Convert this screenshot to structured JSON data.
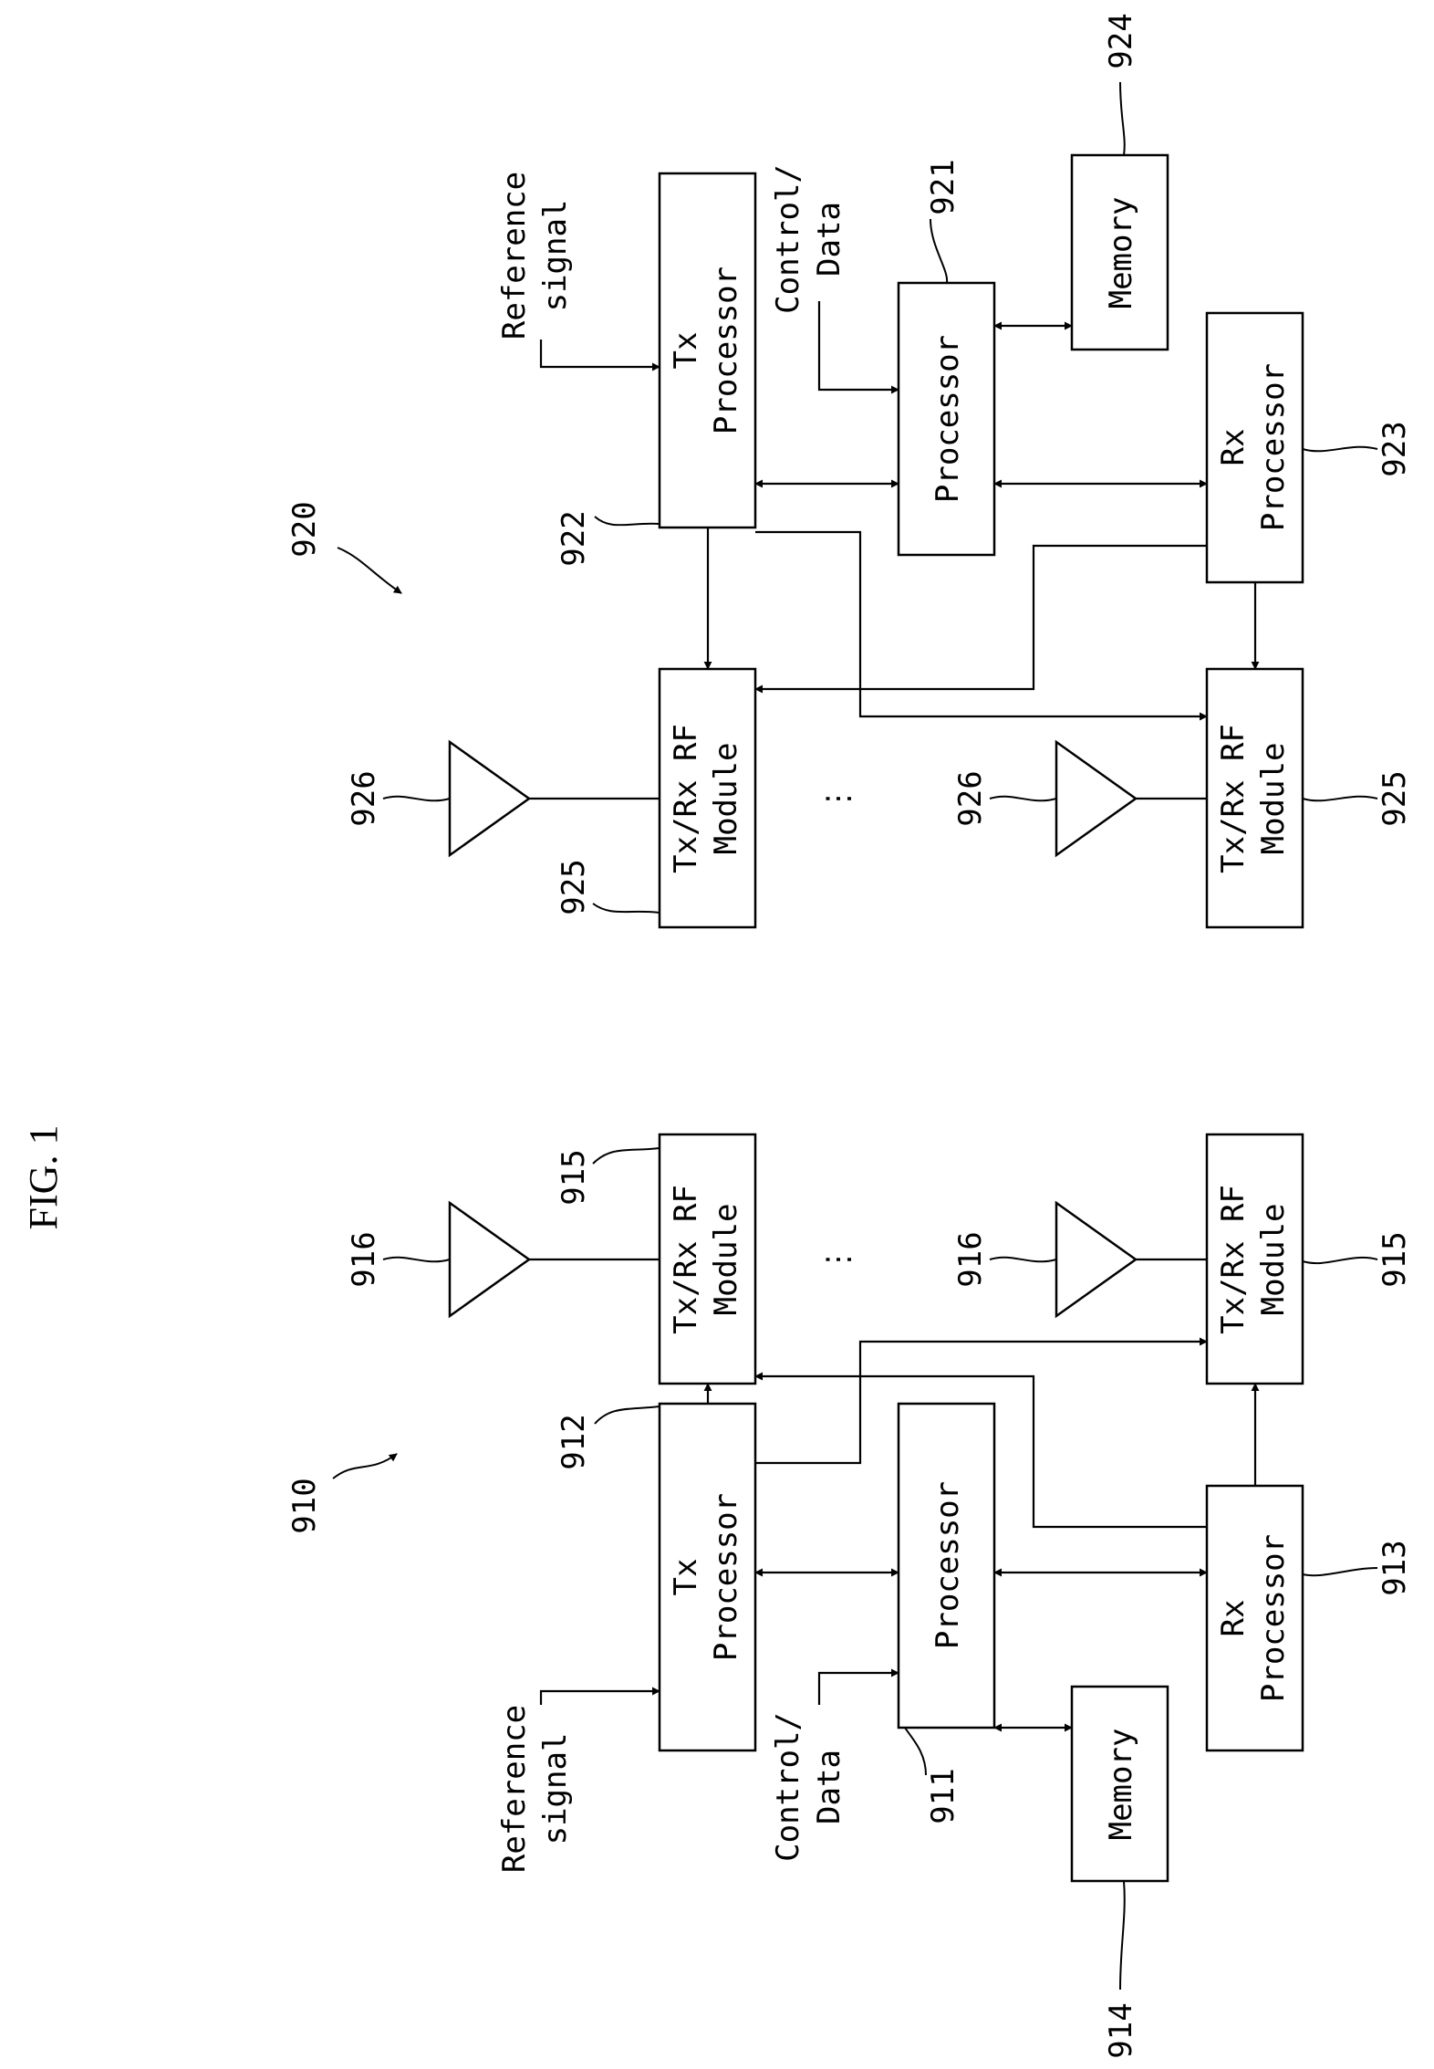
{
  "figure_label": "FIG. 1",
  "devices": {
    "first": {
      "ref": "910",
      "tx_processor": {
        "line1": "Tx",
        "line2": "Processor",
        "ref": "912"
      },
      "processor": {
        "label": "Processor",
        "ref": "911"
      },
      "rx_processor": {
        "line1": "Rx",
        "line2": "Processor",
        "ref": "913"
      },
      "memory": {
        "label": "Memory",
        "ref": "914"
      },
      "rf_top": {
        "line1": "Tx/Rx RF",
        "line2": "Module",
        "ref": "915"
      },
      "rf_bottom": {
        "line1": "Tx/Rx RF",
        "line2": "Module",
        "ref": "915"
      },
      "antenna_top_ref": "916",
      "antenna_bottom_ref": "916",
      "reference_signal": {
        "line1": "Reference",
        "line2": "signal"
      },
      "control_data": {
        "line1": "Control/",
        "line2": "Data"
      },
      "ellipsis": "⋮"
    },
    "second": {
      "ref": "920",
      "tx_processor": {
        "line1": "Tx",
        "line2": "Processor",
        "ref": "922"
      },
      "processor": {
        "label": "Processor",
        "ref": "921"
      },
      "rx_processor": {
        "line1": "Rx",
        "line2": "Processor",
        "ref": "923"
      },
      "memory": {
        "label": "Memory",
        "ref": "924"
      },
      "rf_top": {
        "line1": "Tx/Rx RF",
        "line2": "Module",
        "ref": "925"
      },
      "rf_bottom": {
        "line1": "Tx/Rx RF",
        "line2": "Module",
        "ref": "925"
      },
      "antenna_top_ref": "926",
      "antenna_bottom_ref": "926",
      "reference_signal": {
        "line1": "Reference",
        "line2": "signal"
      },
      "control_data": {
        "line1": "Control/",
        "line2": "Data"
      },
      "ellipsis": "⋮"
    }
  }
}
